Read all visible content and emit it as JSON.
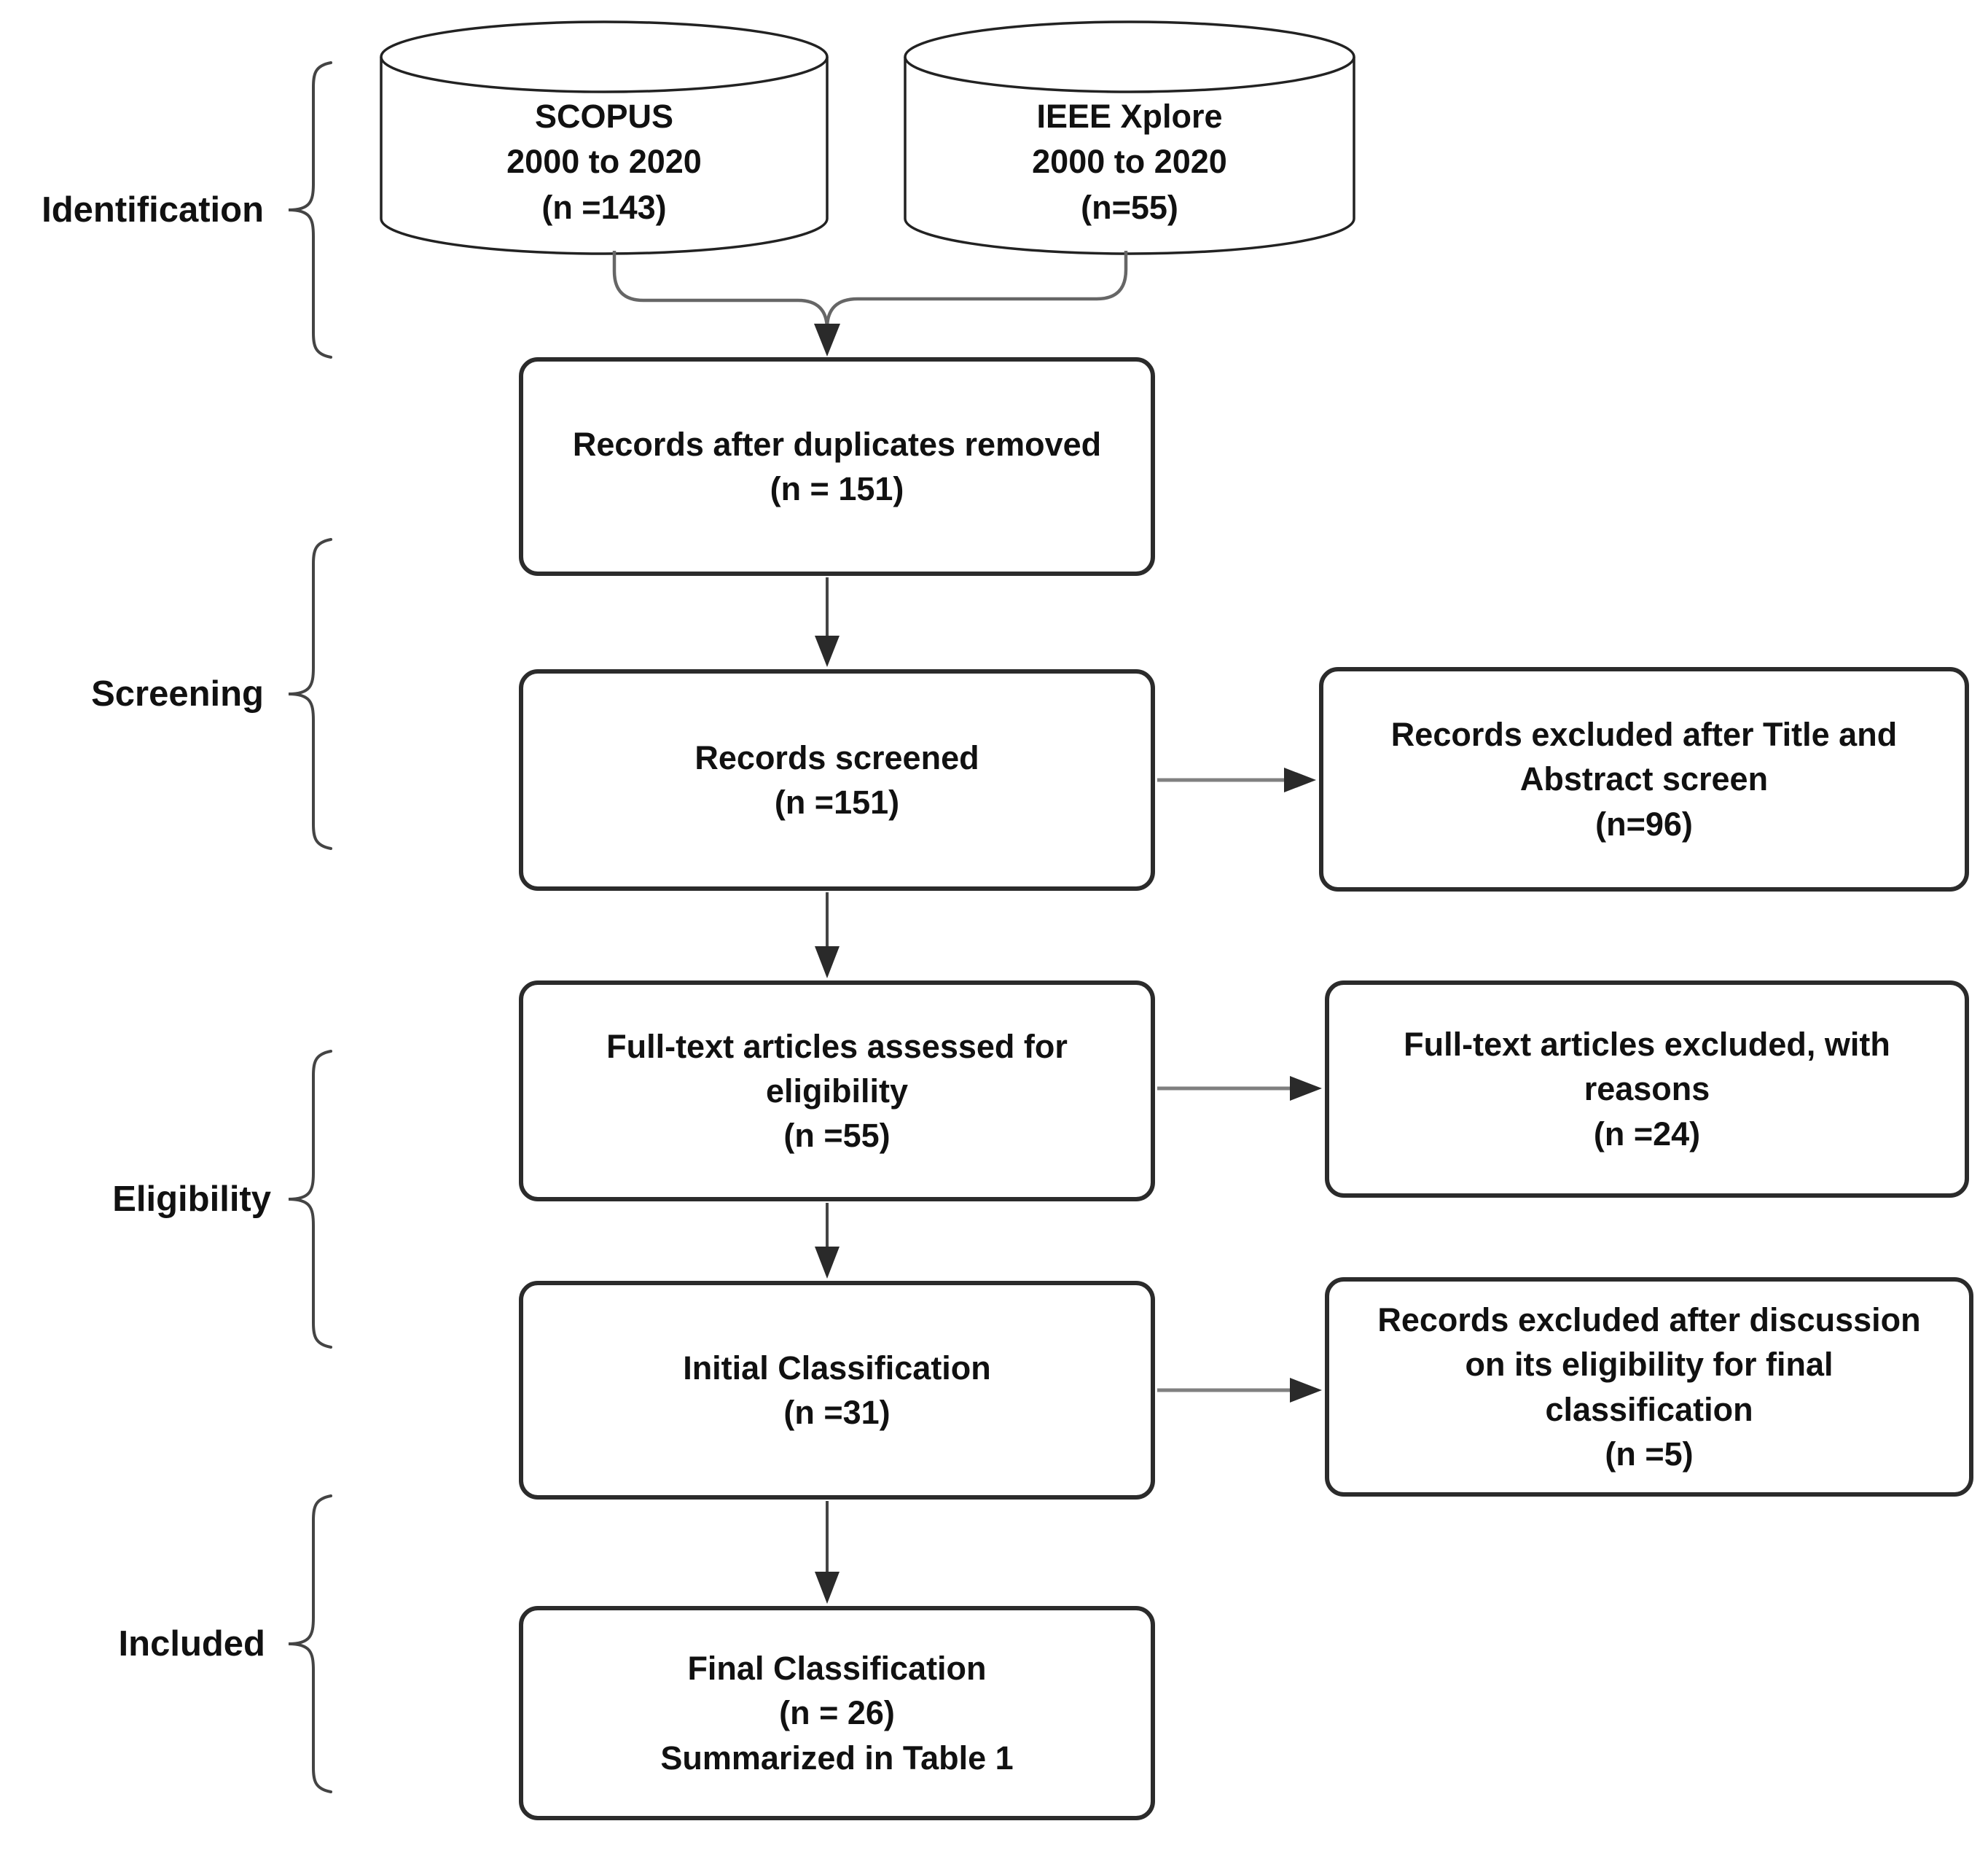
{
  "figure": {
    "type": "PRISMA systematic review flow diagram",
    "background": "#ffffff"
  },
  "colors": {
    "box_border": "#2b2b2b",
    "shape_stroke": "#222222",
    "connector_gray": "#777777",
    "connector_dark": "#444444",
    "arrowhead": "#2a2a2a",
    "text": "#111111"
  },
  "stages": [
    {
      "label": "Identification"
    },
    {
      "label": "Screening"
    },
    {
      "label": "Eligibility"
    },
    {
      "label": "Included"
    }
  ],
  "sources": [
    {
      "lines": [
        "SCOPUS",
        "2000 to 2020",
        "(n =143)"
      ]
    },
    {
      "lines": [
        "IEEE Xplore",
        "2000 to 2020",
        "(n=55)"
      ]
    }
  ],
  "main_flow": [
    {
      "lines": [
        "Records after duplicates removed",
        "(n = 151)"
      ]
    },
    {
      "lines": [
        "Records screened",
        "(n =151)"
      ]
    },
    {
      "lines": [
        "Full-text articles assessed for",
        "eligibility",
        "(n =55)"
      ]
    },
    {
      "lines": [
        "Initial Classification",
        "(n =31)"
      ]
    },
    {
      "lines": [
        "Final Classification",
        "(n = 26)",
        "Summarized in Table 1"
      ]
    }
  ],
  "exclusions": [
    {
      "lines": [
        "Records excluded after Title and",
        "Abstract screen",
        "(n=96)"
      ]
    },
    {
      "lines": [
        "Full-text articles excluded, with",
        "reasons",
        "(n =24)"
      ]
    },
    {
      "lines": [
        "Records excluded after discussion",
        "on its eligibility for final",
        "classification",
        "(n =5)"
      ]
    }
  ]
}
